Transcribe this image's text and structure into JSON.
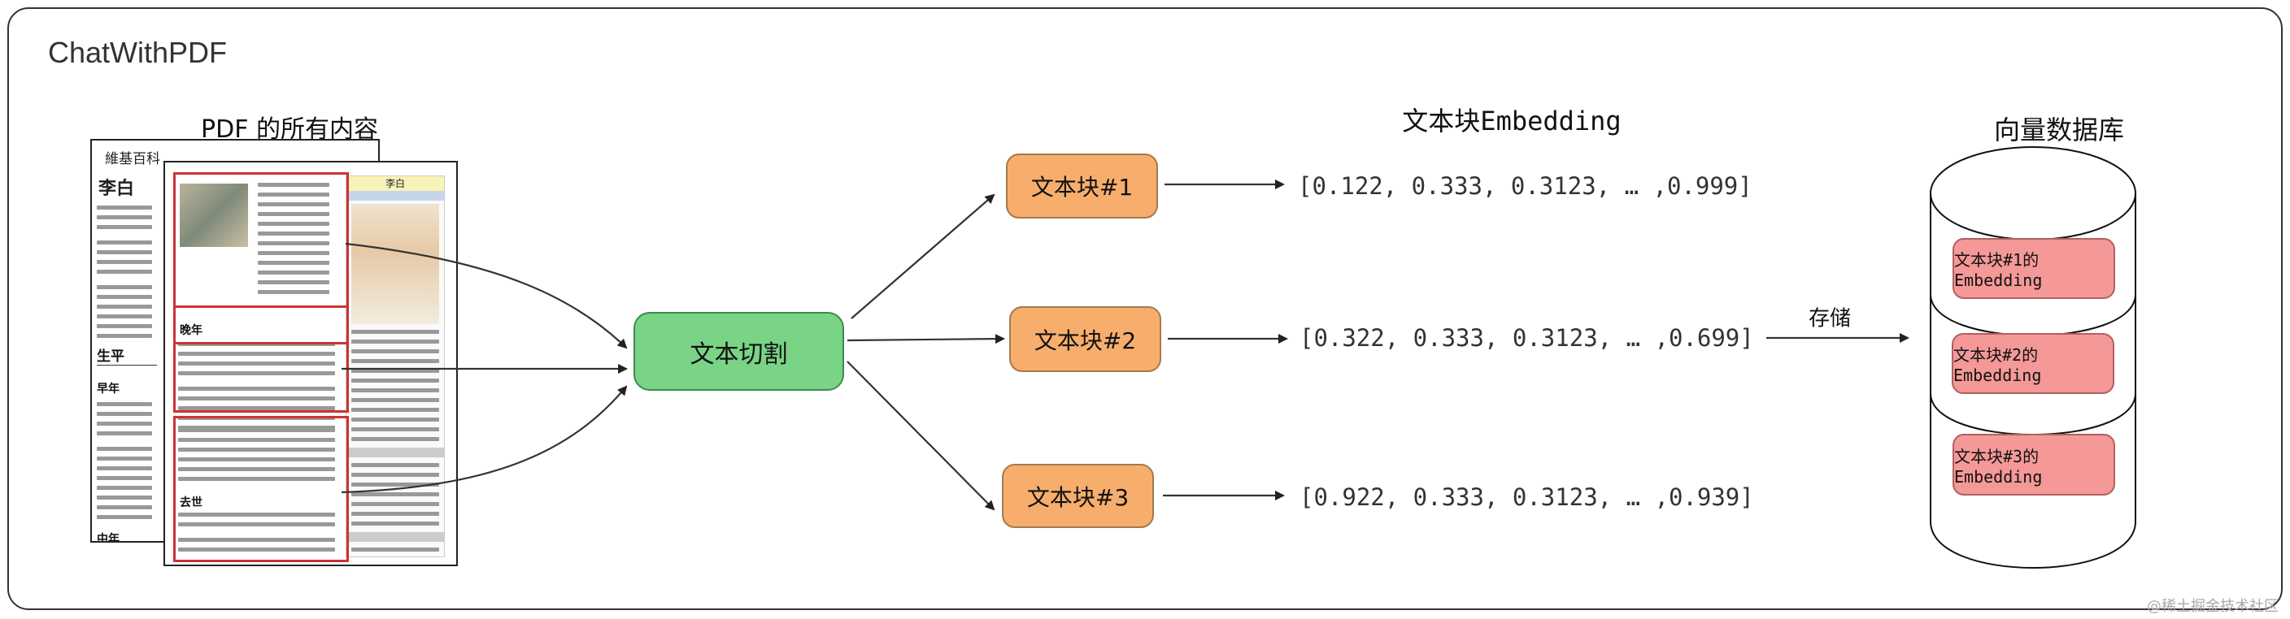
{
  "title": "ChatWithPDF",
  "pdf": {
    "label": "PDF 的所有内容",
    "back_page": {
      "site": "維基百科",
      "article": "李白",
      "sections": [
        "生平",
        "早年",
        "中年"
      ]
    },
    "front_page": {
      "infobox_title": "李白",
      "sections": [
        "晚年",
        "去世"
      ]
    }
  },
  "splitter": {
    "label": "文本切割"
  },
  "embedding_title": "文本块Embedding",
  "chunks": [
    {
      "label": "文本块#1",
      "vector": "[0.122, 0.333, 0.3123, … ,0.999]"
    },
    {
      "label": "文本块#2",
      "vector": "[0.322, 0.333, 0.3123, … ,0.699]"
    },
    {
      "label": "文本块#3",
      "vector": "[0.922, 0.333, 0.3123, … ,0.939]"
    }
  ],
  "store_label": "存储",
  "vector_db": {
    "title": "向量数据库",
    "items": [
      "文本块#1的Embedding",
      "文本块#2的Embedding",
      "文本块#3的Embedding"
    ]
  },
  "watermark": "@稀土掘金技术社区",
  "colors": {
    "chunk": "#f7ae6c",
    "splitter": "#79d486",
    "embedding": "#f59898",
    "highlight": "#cc3333"
  }
}
